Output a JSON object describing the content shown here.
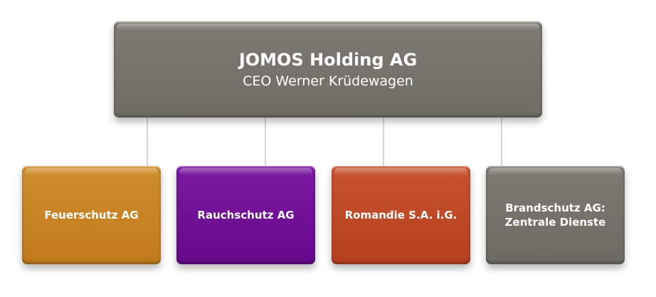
{
  "root": {
    "title": "JOMOS Holding AG",
    "subtitle": "CEO Werner Krüdewagen",
    "color": "#75726c"
  },
  "children": [
    {
      "lines": [
        "Feuerschutz AG"
      ],
      "color": "#c9821f"
    },
    {
      "lines": [
        "Rauchschutz AG"
      ],
      "color": "#6d0b92"
    },
    {
      "lines": [
        "Romandie S.A. i.G."
      ],
      "color": "#bf4826"
    },
    {
      "lines": [
        "Brandschutz AG:",
        "Zentrale Dienste"
      ],
      "color": "#75726c"
    }
  ]
}
